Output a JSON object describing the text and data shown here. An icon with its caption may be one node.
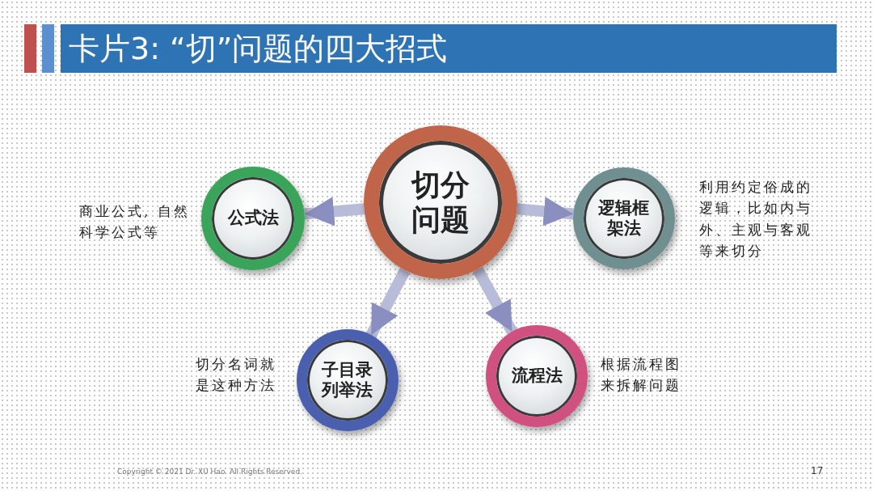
{
  "diagram": {
    "title": "卡片3: “切”问题的四大招式",
    "nodes": [
      {
        "text": [
          "切分问题"
        ]
      },
      {
        "text": [
          "公式法"
        ],
        "beside": [
          "商业公式, 自然科学公式等"
        ]
      },
      {
        "text": [
          "逻辑框架法"
        ],
        "beside": [
          "利用约定俗成的逻辑，比如内与外、主观与客观等来切分"
        ]
      },
      {
        "text": [
          "子目录列举法"
        ],
        "beside": [
          "切分名词就是这种方法"
        ]
      },
      {
        "text": [
          "流程法"
        ],
        "beside": [
          "根据流程图来拆解问题"
        ]
      }
    ],
    "edges": [
      {
        "from": 0,
        "to": 1,
        "arrow": "to"
      },
      {
        "from": 0,
        "to": 2,
        "arrow": "to"
      },
      {
        "from": 0,
        "to": 3,
        "arrow": "to"
      },
      {
        "from": 0,
        "to": 4,
        "arrow": "to"
      }
    ],
    "labels": [
      "Copyright © 2021 Dr. XU Hao. All Rights Reserved.",
      "17"
    ]
  }
}
